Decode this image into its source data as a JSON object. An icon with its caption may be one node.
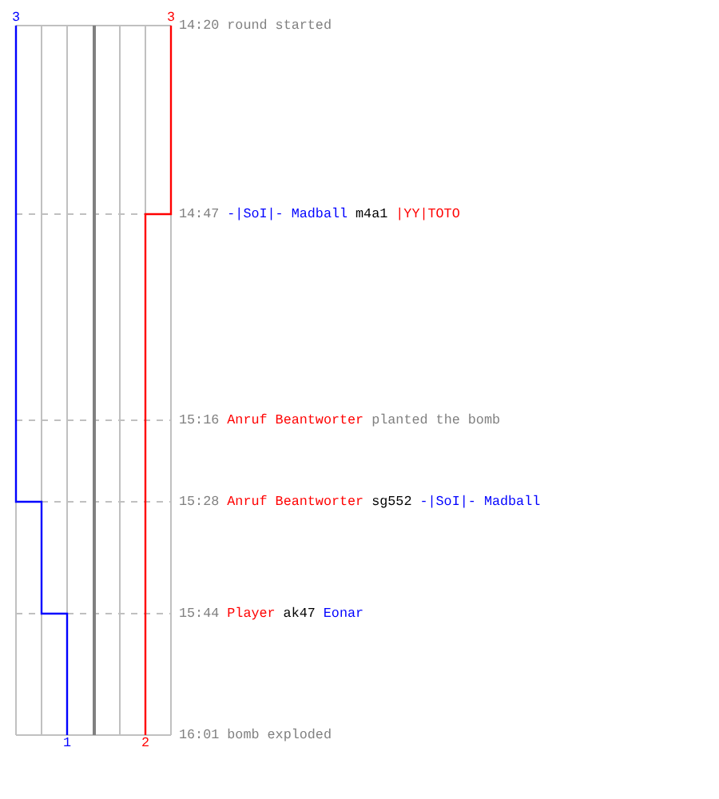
{
  "diagram": {
    "labels": [
      "3",
      "3",
      "14:20",
      "round started",
      "14:47",
      "-|SoI|- Madball",
      "m4a1",
      "|YY|TOTO",
      "15:16",
      "Anruf Beantworter",
      "planted the bomb",
      "15:28",
      "Anruf Beantworter",
      "sg552",
      "-|SoI|- Madball",
      "15:44",
      "Player",
      "ak47",
      "Eonar",
      "1",
      "2",
      "16:01",
      "bomb exploded"
    ]
  }
}
